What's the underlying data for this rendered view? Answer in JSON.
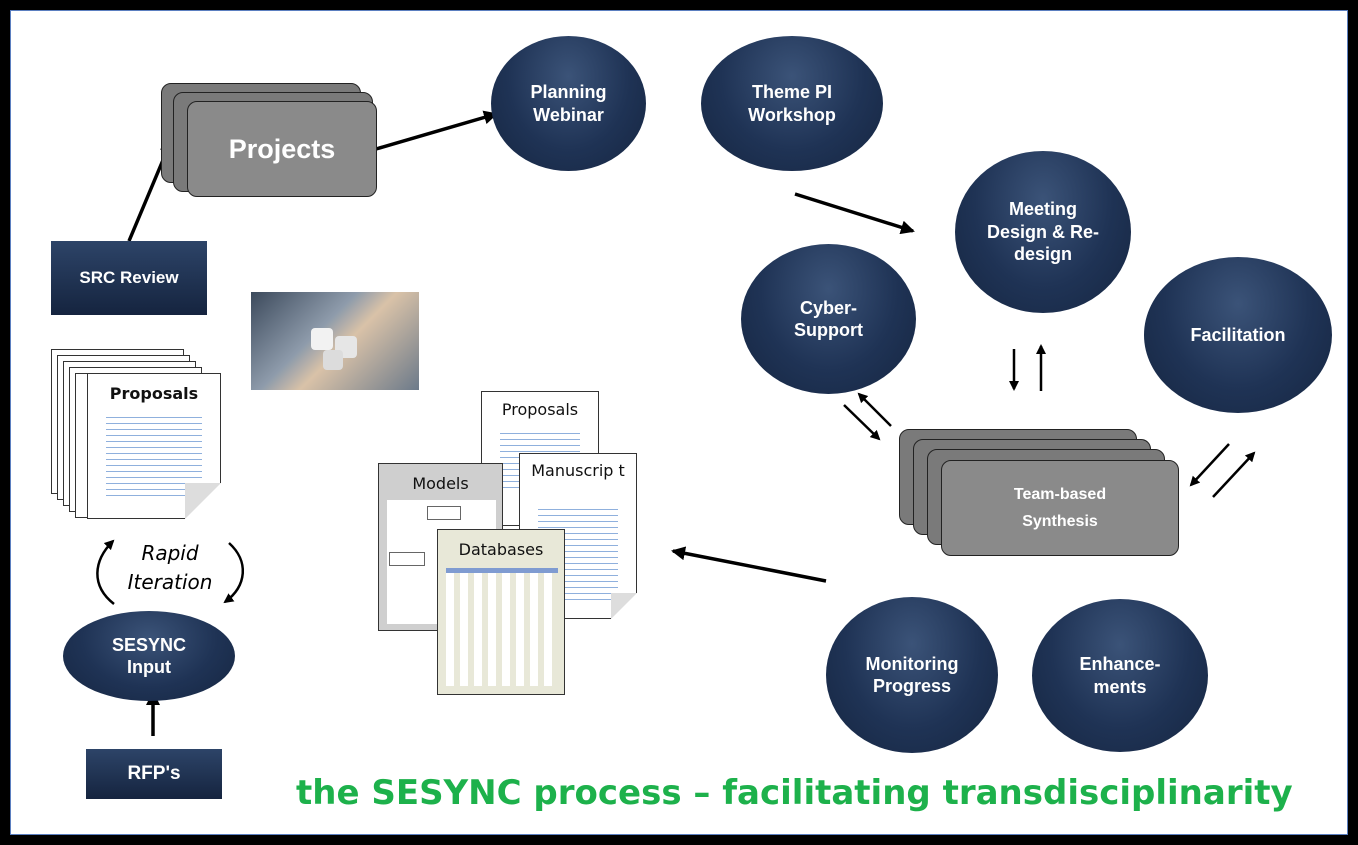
{
  "nodes": {
    "projects": "Projects",
    "planning_webinar": "Planning Webinar",
    "theme_pi_workshop": "Theme PI Workshop",
    "meeting_design": "Meeting Design & Re-design",
    "cyber_support": "Cyber-Support",
    "facilitation": "Facilitation",
    "team_synthesis": "Team-based Synthesis",
    "monitoring_progress": "Monitoring Progress",
    "enhancements": "Enhance-ments",
    "src_review": "SRC Review",
    "sesync_input": "SESYNC Input",
    "rfps": "RFP's"
  },
  "documents": {
    "proposals_stack": "Proposals",
    "proposals": "Proposals",
    "manuscript": "Manuscrip t",
    "models": "Models",
    "databases": "Databases"
  },
  "labels": {
    "rapid_iteration": "Rapid Iteration",
    "caption": "the SESYNC process – facilitating transdisciplinarity"
  },
  "colors": {
    "node_fill": "#1f3355",
    "card_fill": "#7a7a7a",
    "caption": "#1db14b",
    "frame": "#5b7fc0"
  },
  "icons": {
    "photo": "puzzle-hands-photo"
  }
}
